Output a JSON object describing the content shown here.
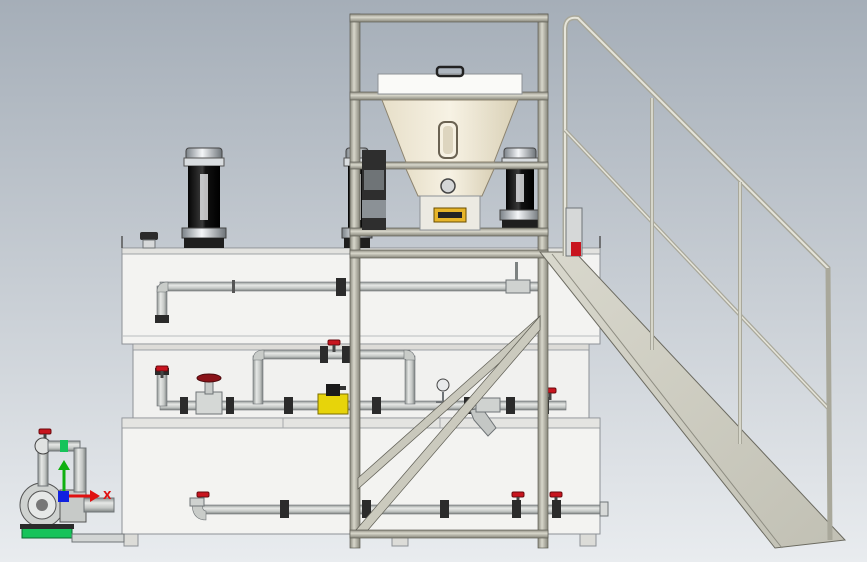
{
  "viewport": {
    "background_top": "#a5aeb8",
    "background_bottom": "#e9ecef"
  },
  "colors": {
    "tank": "#f1f1ef",
    "tank_edge": "#8d9196",
    "frame": "#b8b7aa",
    "frame_dark": "#6b6a60",
    "pipe": "#c9ccc9",
    "pipe_edge": "#6f7477",
    "valve_red": "#c8141e",
    "motor_black": "#1a1a1a",
    "yellow": "#e7d40a",
    "green": "#17c35a",
    "axis_x": "#e01010",
    "axis_y": "#10b010",
    "axis_z": "#1020e0"
  },
  "triad": {
    "x_label": "X"
  },
  "components": [
    "mixing-motor-left",
    "mixing-motor-middle",
    "mixing-motor-right",
    "powder-hopper",
    "access-stair",
    "solenoid-valve",
    "y-strainer",
    "transfer-pump"
  ]
}
